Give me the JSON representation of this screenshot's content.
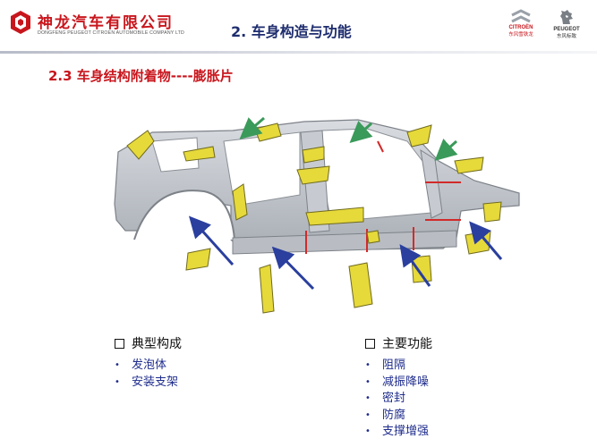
{
  "header": {
    "company_cn": "神龙汽车有限公司",
    "company_en": "DONGFENG PEUGEOT CITROEN AUTOMOBILE COMPANY LTD",
    "section_title": "2.  车身构造与功能",
    "brands": [
      {
        "name_en": "CITROËN",
        "name_cn": "东风雪铁龙",
        "icon": "citroen-chevrons-icon"
      },
      {
        "name_en": "PEUGEOT",
        "name_cn": "东风标致",
        "icon": "peugeot-lion-icon"
      }
    ]
  },
  "subtitle": "2.3 车身结构附着物----膨胀片",
  "columns": [
    {
      "heading": "典型构成",
      "items": [
        "发泡体",
        "安装支架"
      ]
    },
    {
      "heading": "主要功能",
      "items": [
        "阻隔",
        "减振降噪",
        "密封",
        "防腐",
        "支撑增强"
      ]
    }
  ],
  "colors": {
    "brand_red": "#c8161d",
    "title_navy": "#1e2d6e",
    "bullet_blue": "#1f2d8c",
    "foam_yellow": "#e6d93a",
    "arrow_blue": "#2a3f9e",
    "arrow_green": "#3a9a5a"
  }
}
